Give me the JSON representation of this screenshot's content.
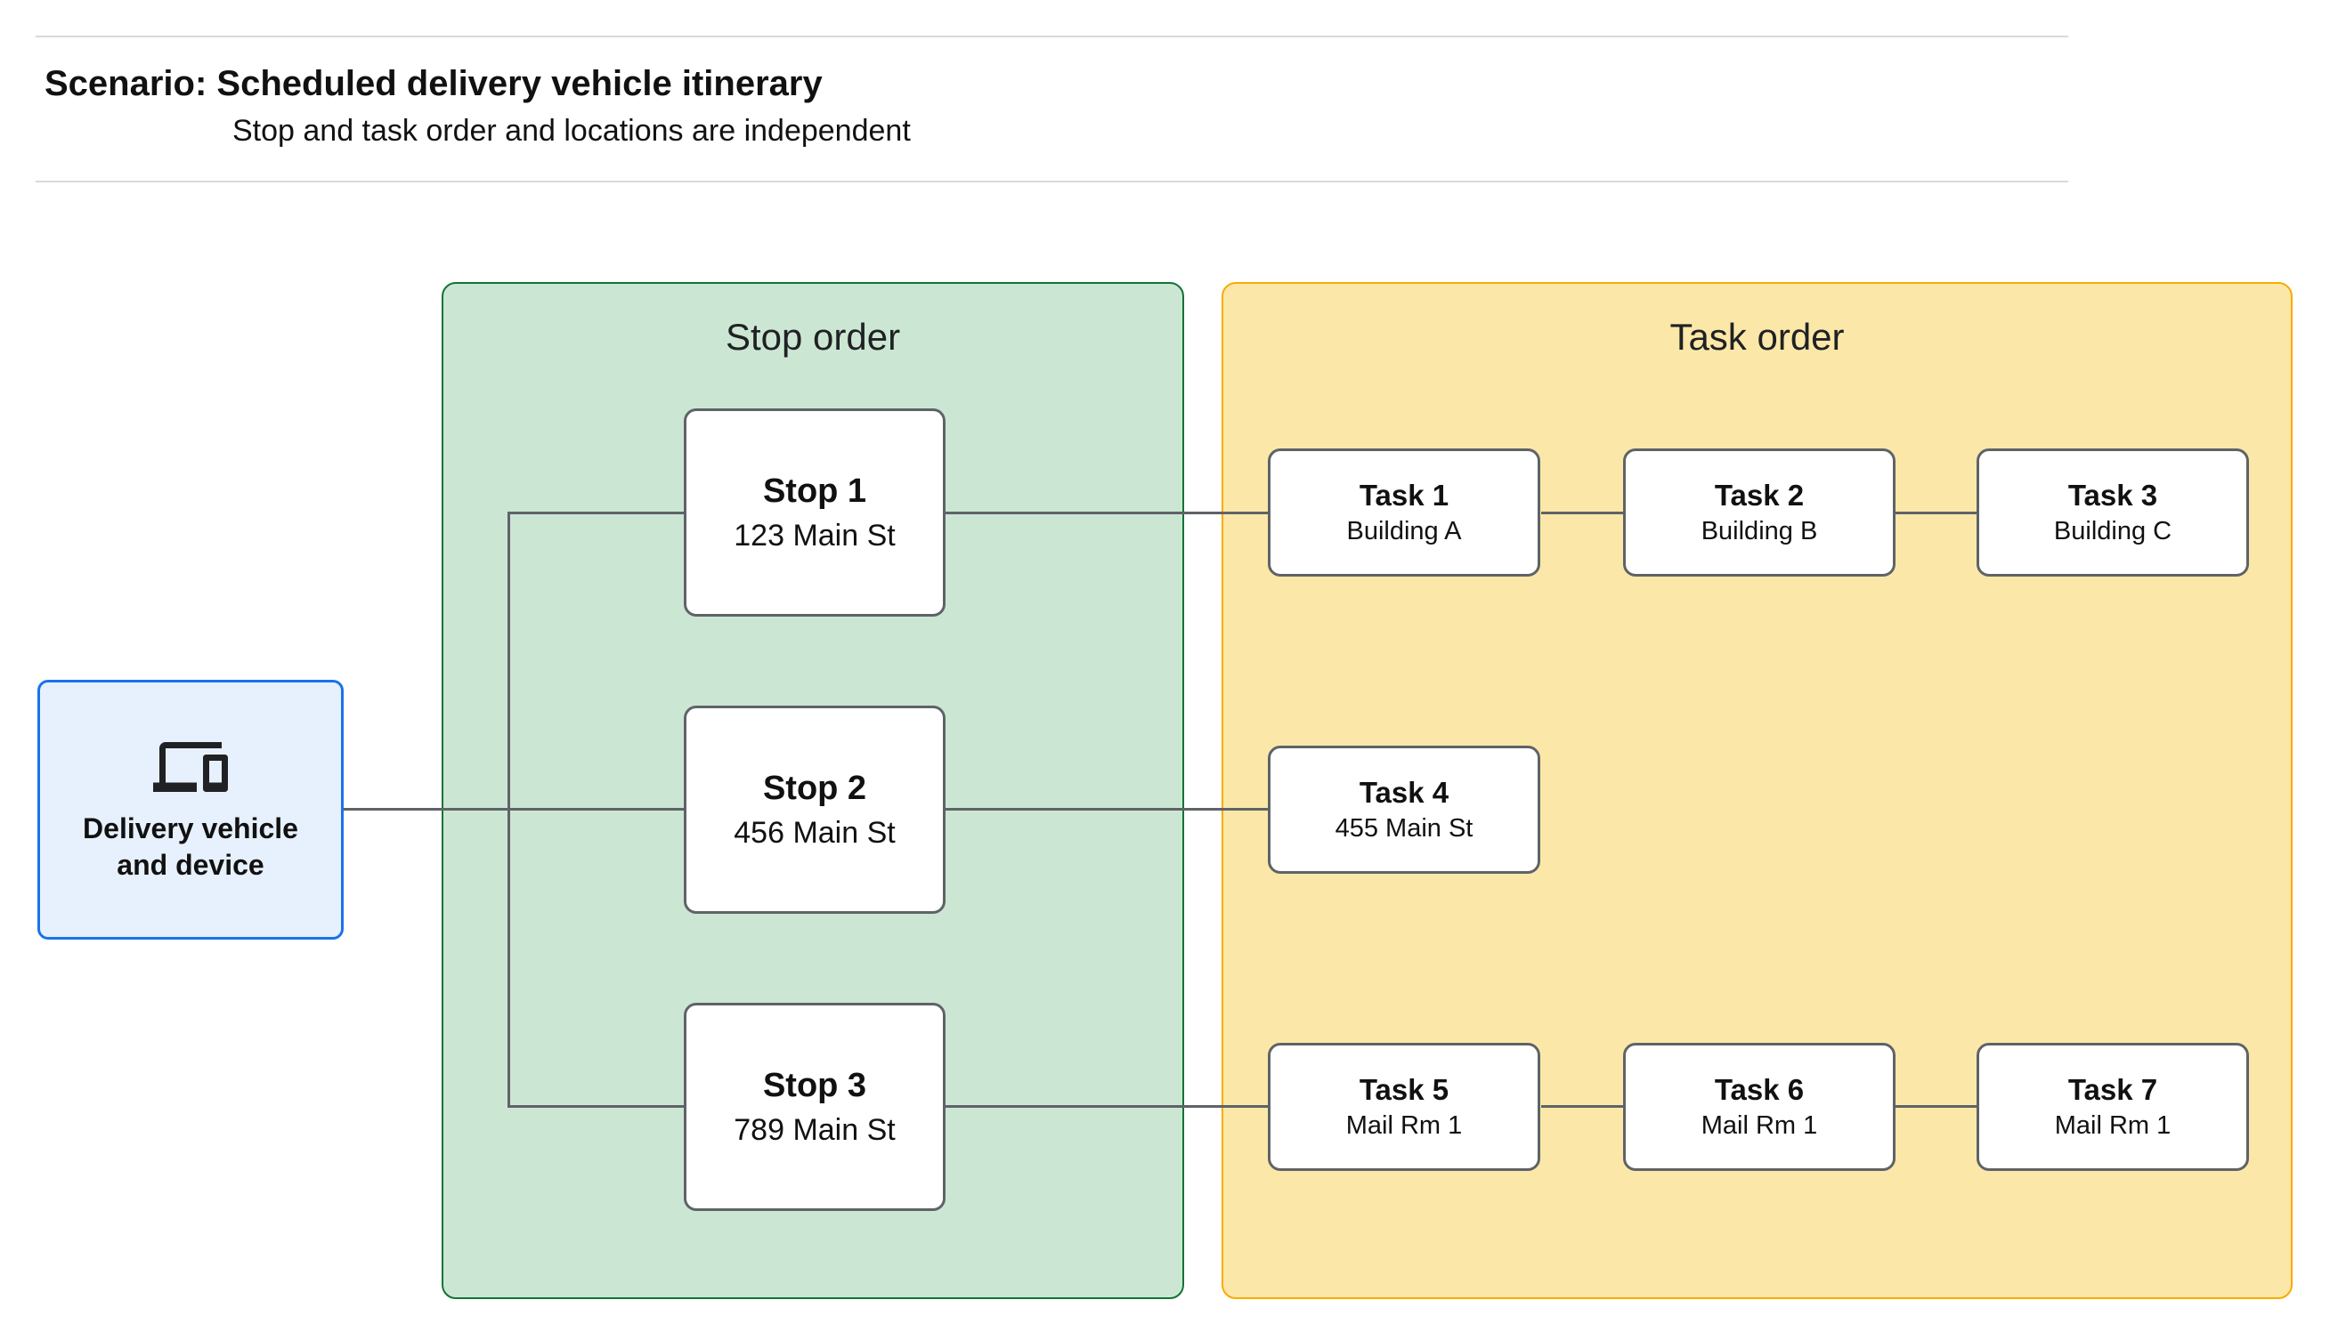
{
  "header": {
    "title": "Scenario: Scheduled delivery vehicle itinerary",
    "subtitle": "Stop and task order and locations are independent"
  },
  "device_node": {
    "label": "Delivery vehicle and device",
    "icon": "devices-icon",
    "fill_color": "#e7f0fd",
    "border_color": "#1a73e8"
  },
  "stop_group": {
    "label": "Stop order",
    "fill_color": "#cbe7d3",
    "border_color": "#137333",
    "stops": [
      {
        "title": "Stop 1",
        "address": "123 Main St"
      },
      {
        "title": "Stop 2",
        "address": "456 Main St"
      },
      {
        "title": "Stop 3",
        "address": "789 Main St"
      }
    ]
  },
  "task_group": {
    "label": "Task order",
    "fill_color": "#fbe8a8",
    "border_color": "#f9ab00",
    "tasks": [
      {
        "title": "Task 1",
        "location": "Building A"
      },
      {
        "title": "Task 2",
        "location": "Building B"
      },
      {
        "title": "Task 3",
        "location": "Building C"
      },
      {
        "title": "Task 4",
        "location": "455 Main St"
      },
      {
        "title": "Task 5",
        "location": "Mail Rm 1"
      },
      {
        "title": "Task 6",
        "location": "Mail Rm 1"
      },
      {
        "title": "Task 7",
        "location": "Mail Rm 1"
      }
    ]
  },
  "connections": {
    "line_color": "#5f6368",
    "edges": [
      "Delivery vehicle and device - Stop 1",
      "Delivery vehicle and device - Stop 2",
      "Delivery vehicle and device - Stop 3",
      "Stop 1 - Task 1",
      "Task 1 - Task 2",
      "Task 2 - Task 3",
      "Stop 2 - Task 4",
      "Stop 3 - Task 5",
      "Task 5 - Task 6",
      "Task 6 - Task 7"
    ]
  }
}
